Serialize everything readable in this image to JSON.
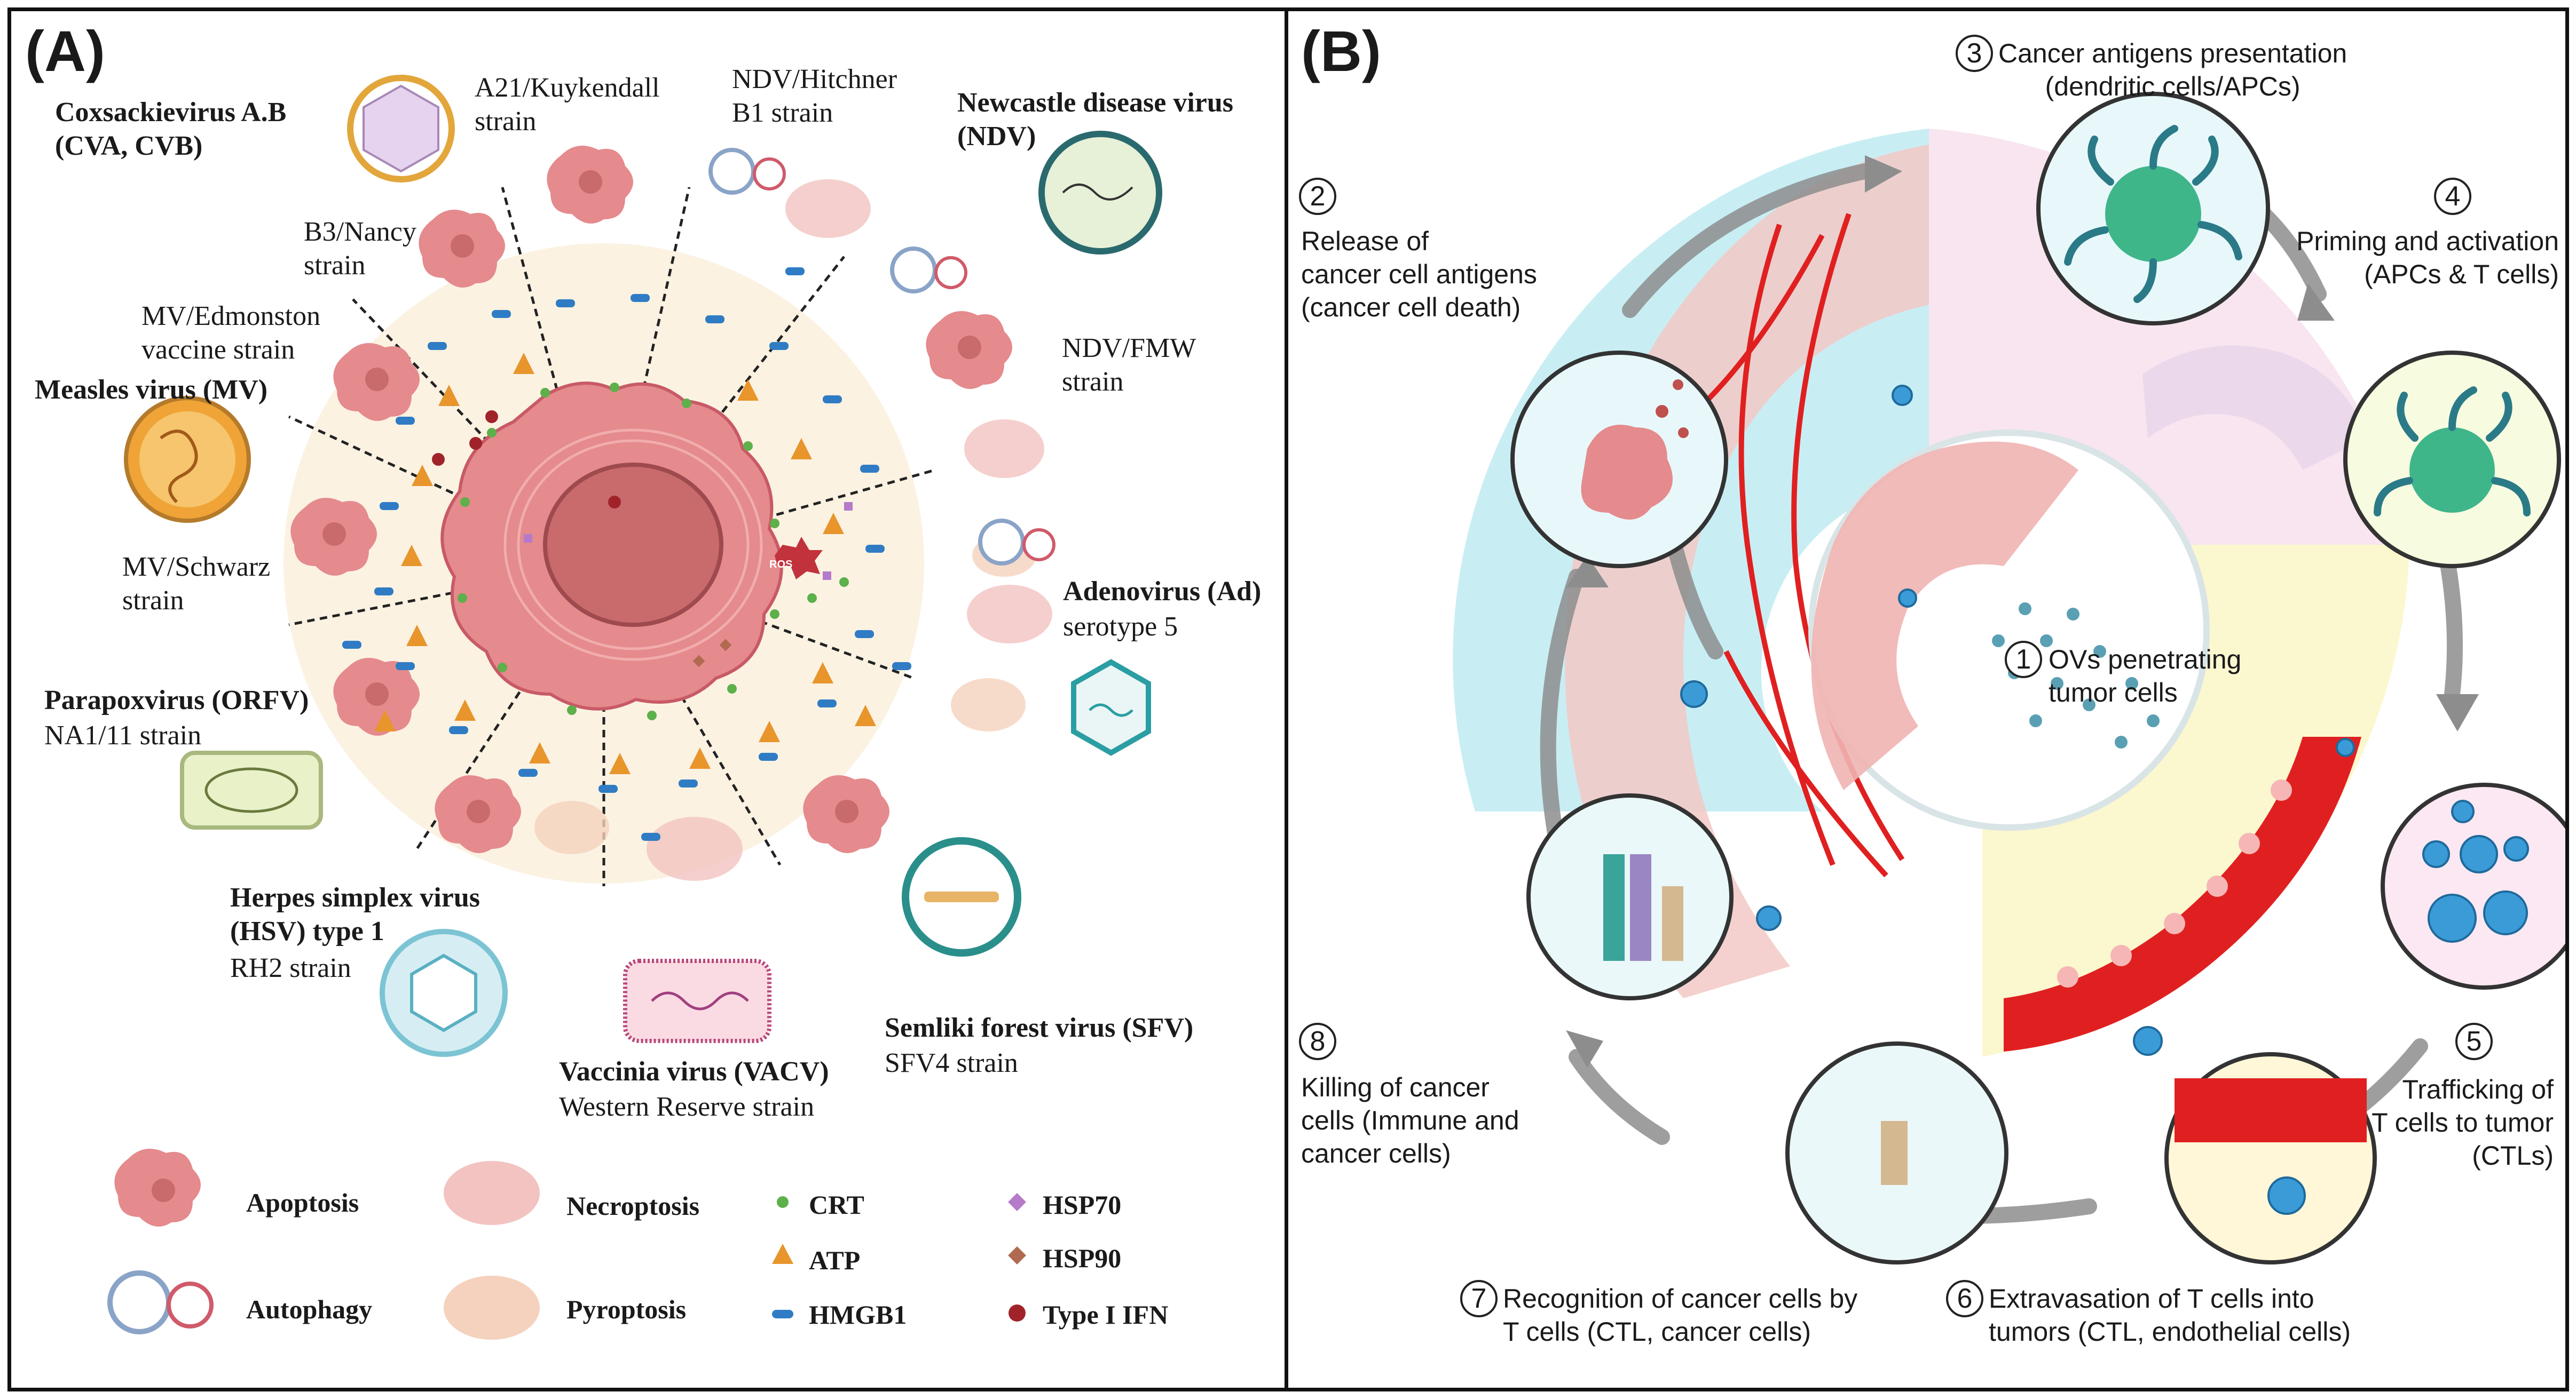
{
  "panels": {
    "a": {
      "letter": "(A)"
    },
    "b": {
      "letter": "(B)"
    }
  },
  "viruses": {
    "coxsackie": {
      "name": "Coxsackievirus A.B\n(CVA, CVB)"
    },
    "a21": {
      "strain": "A21/Kuykendall\nstrain"
    },
    "b3": {
      "strain": "B3/Nancy\nstrain"
    },
    "ndv_hitchner": {
      "strain": "NDV/Hitchner\nB1 strain"
    },
    "ndv": {
      "name": "Newcastle disease virus\n(NDV)"
    },
    "ndv_fmw": {
      "strain": "NDV/FMW\nstrain"
    },
    "mv_edmonston": {
      "strain": "MV/Edmonston\nvaccine strain"
    },
    "measles": {
      "name": "Measles virus (MV)"
    },
    "mv_schwarz": {
      "strain": "MV/Schwarz\nstrain"
    },
    "adenovirus": {
      "name": "Adenovirus (Ad)",
      "strain": "serotype 5"
    },
    "parapox": {
      "name": "Parapoxvirus (ORFV)",
      "strain": "NA1/11 strain"
    },
    "hsv": {
      "name": "Herpes simplex virus\n(HSV) type 1",
      "strain": "RH2 strain"
    },
    "vaccinia": {
      "name": "Vaccinia virus (VACV)",
      "strain": "Western Reserve strain"
    },
    "sfv": {
      "name": "Semliki forest virus (SFV)",
      "strain": "SFV4 strain"
    }
  },
  "center_label": "ROS",
  "legend": {
    "apoptosis": "Apoptosis",
    "necroptosis": "Necroptosis",
    "autophagy": "Autophagy",
    "pyroptosis": "Pyroptosis",
    "crt": "CRT",
    "atp": "ATP",
    "hmgb1": "HMGB1",
    "hsp70": "HSP70",
    "hsp90": "HSP90",
    "ifn": "Type I IFN"
  },
  "steps": [
    {
      "num": "1",
      "text": "OVs penetrating\ntumor cells"
    },
    {
      "num": "2",
      "text": "Release of\ncancer cell antigens\n(cancer cell death)"
    },
    {
      "num": "3",
      "text": "Cancer antigens presentation\n(dendritic cells/APCs)"
    },
    {
      "num": "4",
      "text": "Priming and activation\n(APCs & T cells)"
    },
    {
      "num": "5",
      "text": "Trafficking of\nT cells to tumor\n(CTLs)"
    },
    {
      "num": "6",
      "text": "Extravasation of  T cells into\ntumors  (CTL, endothelial cells)"
    },
    {
      "num": "7",
      "text": "Recognition of cancer cells by\nT cells  (CTL, cancer cells)"
    },
    {
      "num": "8",
      "text": "Killing of cancer\ncells  (Immune and\ncancer cells)"
    }
  ],
  "colors": {
    "cell_pink": "#e58a8d",
    "nucleus": "#c96a6c",
    "crt": "#5db04a",
    "atp": "#e8952c",
    "hmgb1": "#2f7cc4",
    "hsp70": "#b57ac9",
    "hsp90": "#b06a50",
    "ifn": "#a1232a",
    "blood": "#e02020",
    "tcell": "#3b9bd6"
  }
}
